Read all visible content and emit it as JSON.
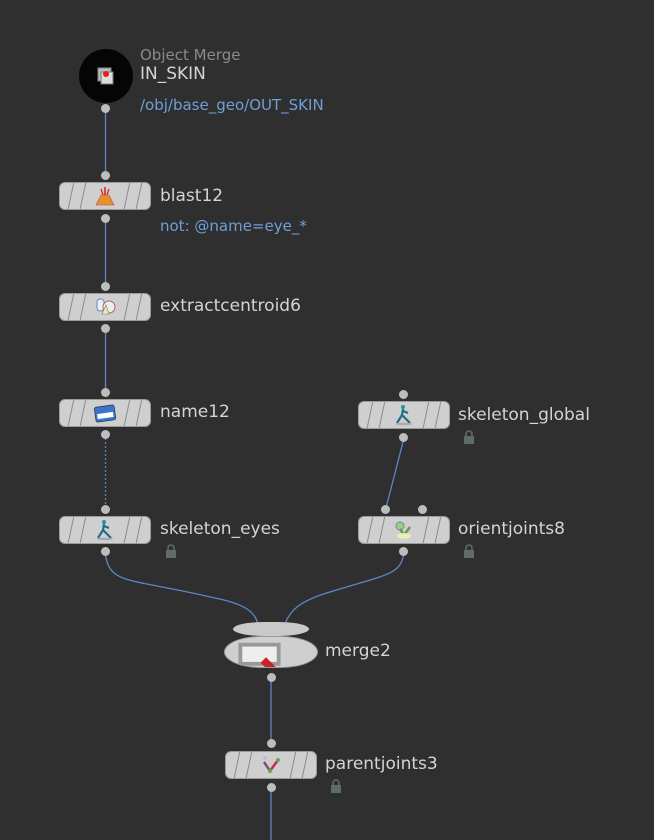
{
  "network": {
    "nodes": [
      {
        "id": "IN_SKIN",
        "type_label": "Object Merge",
        "name": "IN_SKIN",
        "sub": "/obj/base_geo/OUT_SKIN",
        "icon": "object-merge-icon",
        "locked": false
      },
      {
        "id": "blast12",
        "name": "blast12",
        "sub": "not: @name=eye_*",
        "icon": "blast-icon",
        "locked": false
      },
      {
        "id": "extractcentroid6",
        "name": "extractcentroid6",
        "icon": "extract-centroid-icon",
        "locked": false
      },
      {
        "id": "name12",
        "name": "name12",
        "icon": "name-tag-icon",
        "locked": false
      },
      {
        "id": "skeleton_global",
        "name": "skeleton_global",
        "icon": "skeleton-icon",
        "locked": true
      },
      {
        "id": "skeleton_eyes",
        "name": "skeleton_eyes",
        "icon": "skeleton-icon",
        "locked": true
      },
      {
        "id": "orientjoints8",
        "name": "orientjoints8",
        "icon": "orient-joints-icon",
        "locked": true
      },
      {
        "id": "merge2",
        "name": "merge2",
        "icon": "merge-icon",
        "locked": false
      },
      {
        "id": "parentjoints3",
        "name": "parentjoints3",
        "icon": "parent-joints-icon",
        "locked": true
      }
    ],
    "connections": [
      {
        "from": "IN_SKIN",
        "to": "blast12",
        "style": "solid"
      },
      {
        "from": "blast12",
        "to": "extractcentroid6",
        "style": "solid"
      },
      {
        "from": "extractcentroid6",
        "to": "name12",
        "style": "solid"
      },
      {
        "from": "name12",
        "to": "skeleton_eyes",
        "style": "dotted"
      },
      {
        "from": "skeleton_global",
        "to": "orientjoints8",
        "style": "solid"
      },
      {
        "from": "skeleton_eyes",
        "to": "merge2",
        "style": "solid"
      },
      {
        "from": "orientjoints8",
        "to": "merge2",
        "style": "solid"
      },
      {
        "from": "merge2",
        "to": "parentjoints3",
        "style": "solid"
      }
    ],
    "colors": {
      "background": "#2f2f2f",
      "wire": "#5b87c5",
      "sub_text": "#6f9fd8",
      "label": "#d4d4d4"
    }
  }
}
